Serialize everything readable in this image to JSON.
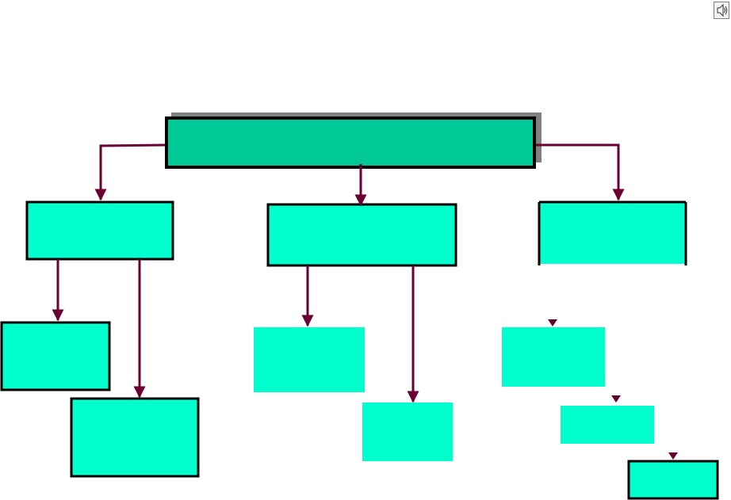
{
  "colors": {
    "root_fill": "#00c896",
    "root_shadow": "#808080",
    "box_fill": "#00ffcc",
    "border": "#000000",
    "connector": "#6b0033",
    "arrowhead": "#660033",
    "background": "#ffffff"
  },
  "icons": {
    "corner": "speaker-sound-icon"
  },
  "nodes": [
    {
      "name": "root-box",
      "text": ""
    },
    {
      "name": "level1-left-box",
      "text": ""
    },
    {
      "name": "level1-center-box",
      "text": ""
    },
    {
      "name": "level1-right-box",
      "text": ""
    },
    {
      "name": "left-child-1-box",
      "text": ""
    },
    {
      "name": "left-child-2-box",
      "text": ""
    },
    {
      "name": "center-child-1-box",
      "text": ""
    },
    {
      "name": "center-child-2-box",
      "text": ""
    },
    {
      "name": "right-child-1-box",
      "text": ""
    },
    {
      "name": "right-child-2-box",
      "text": ""
    },
    {
      "name": "right-child-3-box",
      "text": ""
    }
  ]
}
